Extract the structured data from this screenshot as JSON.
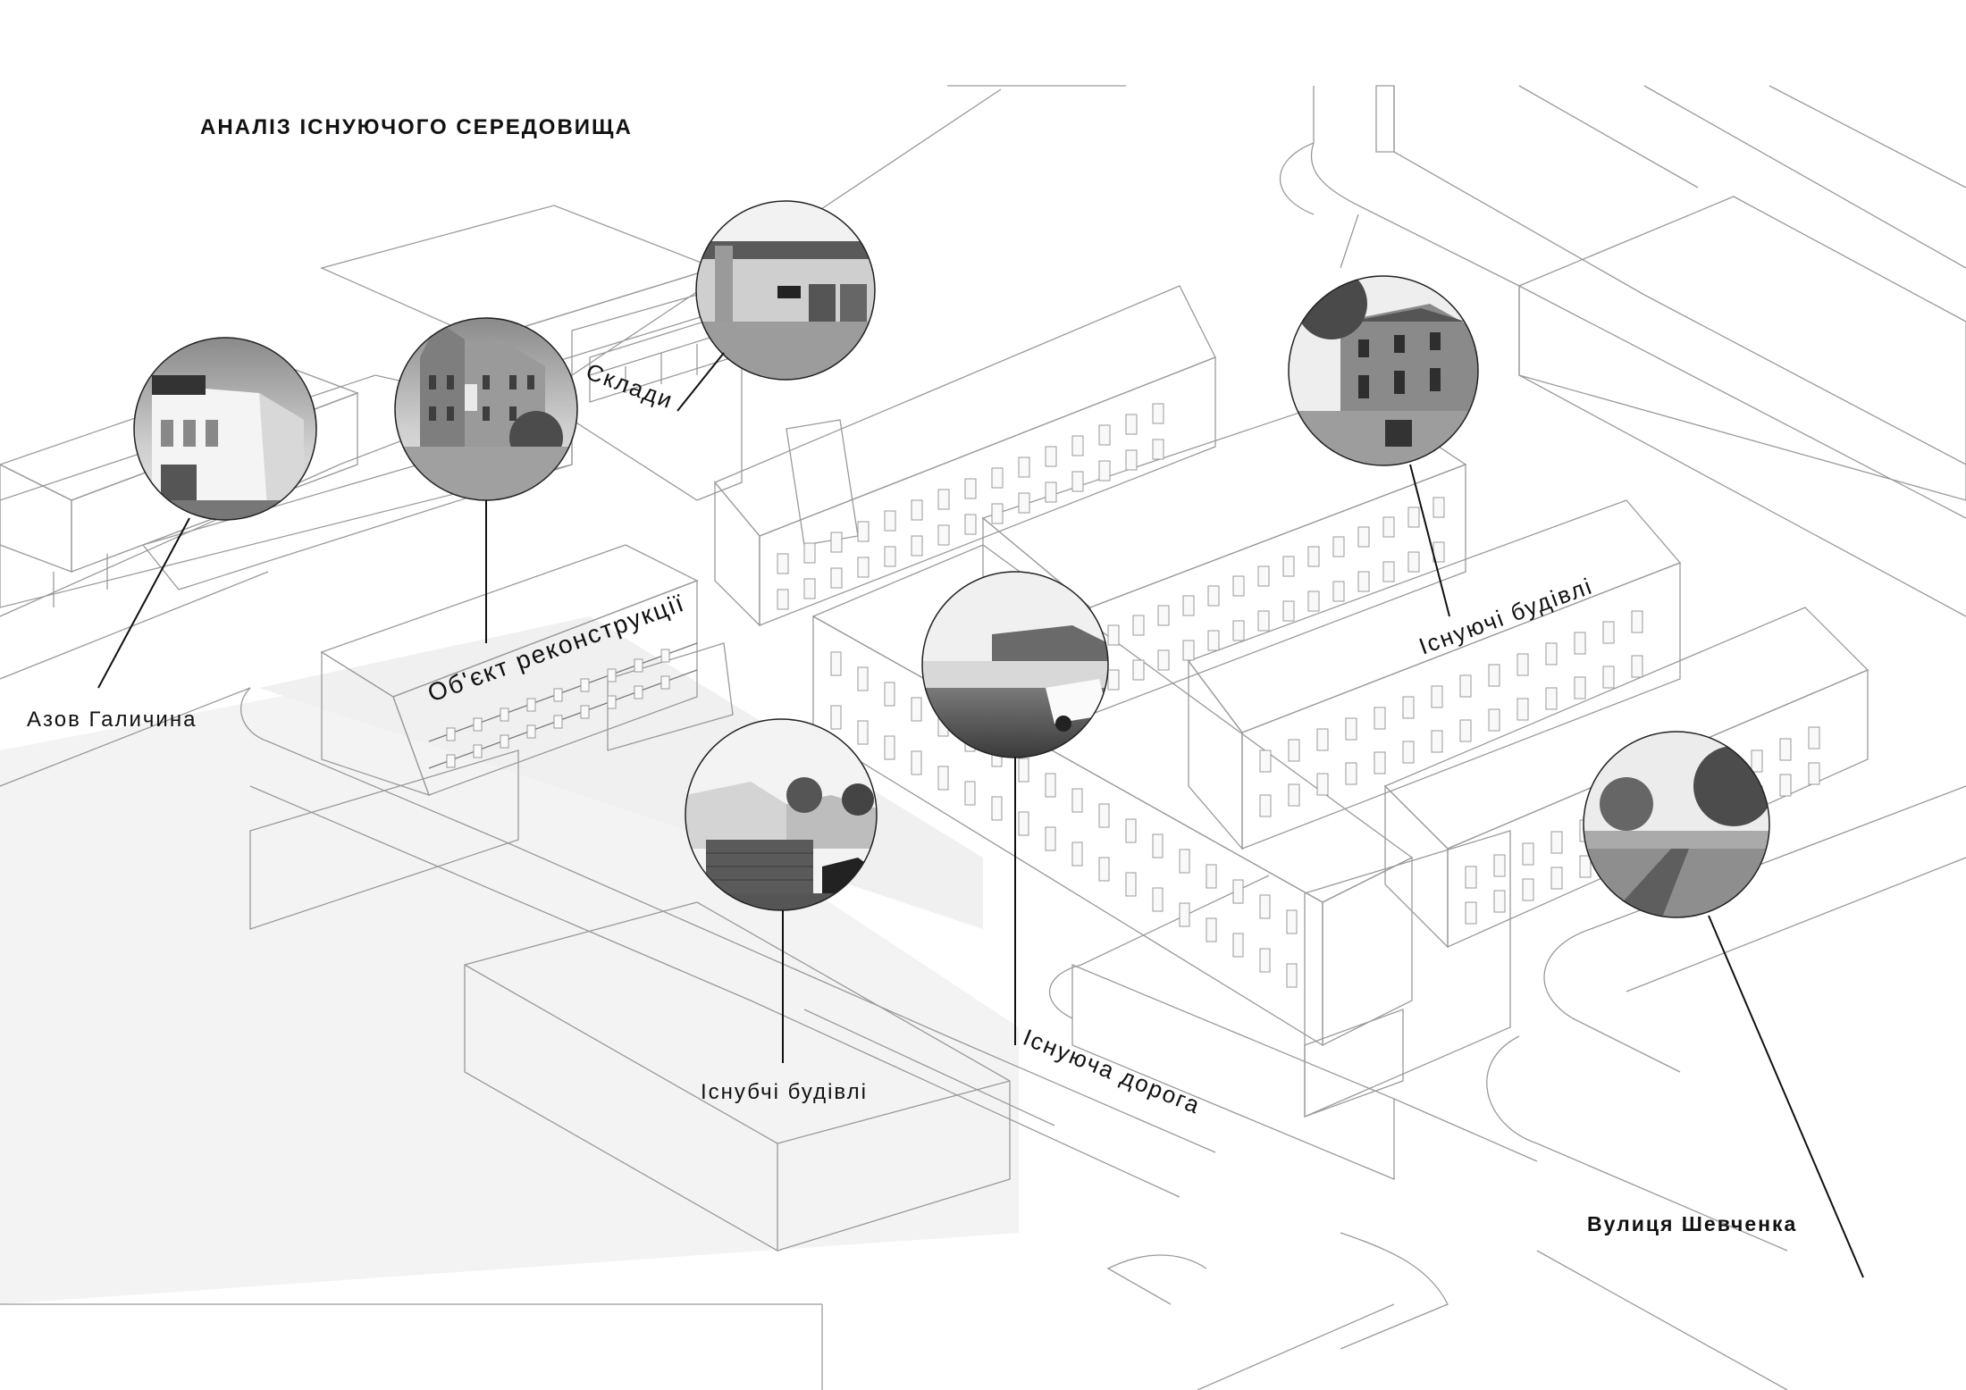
{
  "title": "АНАЛІЗ ІСНУЮЧОГО СЕРЕДОВИЩА",
  "labels": {
    "azov": "Азов Галичина",
    "reconstruction": "Об'єкт реконструкції",
    "warehouses": "Склади",
    "existing_buildings_right": "Існуючі будівлі",
    "existing_buildings_bottom": "Існубчі будівлі",
    "existing_road": "Існуюча дорога",
    "street": "Вулиця Шевченка"
  },
  "photos": [
    {
      "id": "azov",
      "icon": "photo-azov-galychyna"
    },
    {
      "id": "reconstruction",
      "icon": "photo-reconstruction-object"
    },
    {
      "id": "warehouses",
      "icon": "photo-warehouses"
    },
    {
      "id": "existing_right",
      "icon": "photo-existing-buildings-right"
    },
    {
      "id": "road",
      "icon": "photo-existing-road"
    },
    {
      "id": "existing_bottom",
      "icon": "photo-existing-buildings-bottom"
    },
    {
      "id": "street",
      "icon": "photo-shevchenko-street"
    }
  ],
  "colors": {
    "background": "#ffffff",
    "ground": "#f1f1f1",
    "building_top": "#f7f7f7",
    "building_side": "#ededed",
    "line": "#9a9a9a",
    "text": "#111111"
  }
}
